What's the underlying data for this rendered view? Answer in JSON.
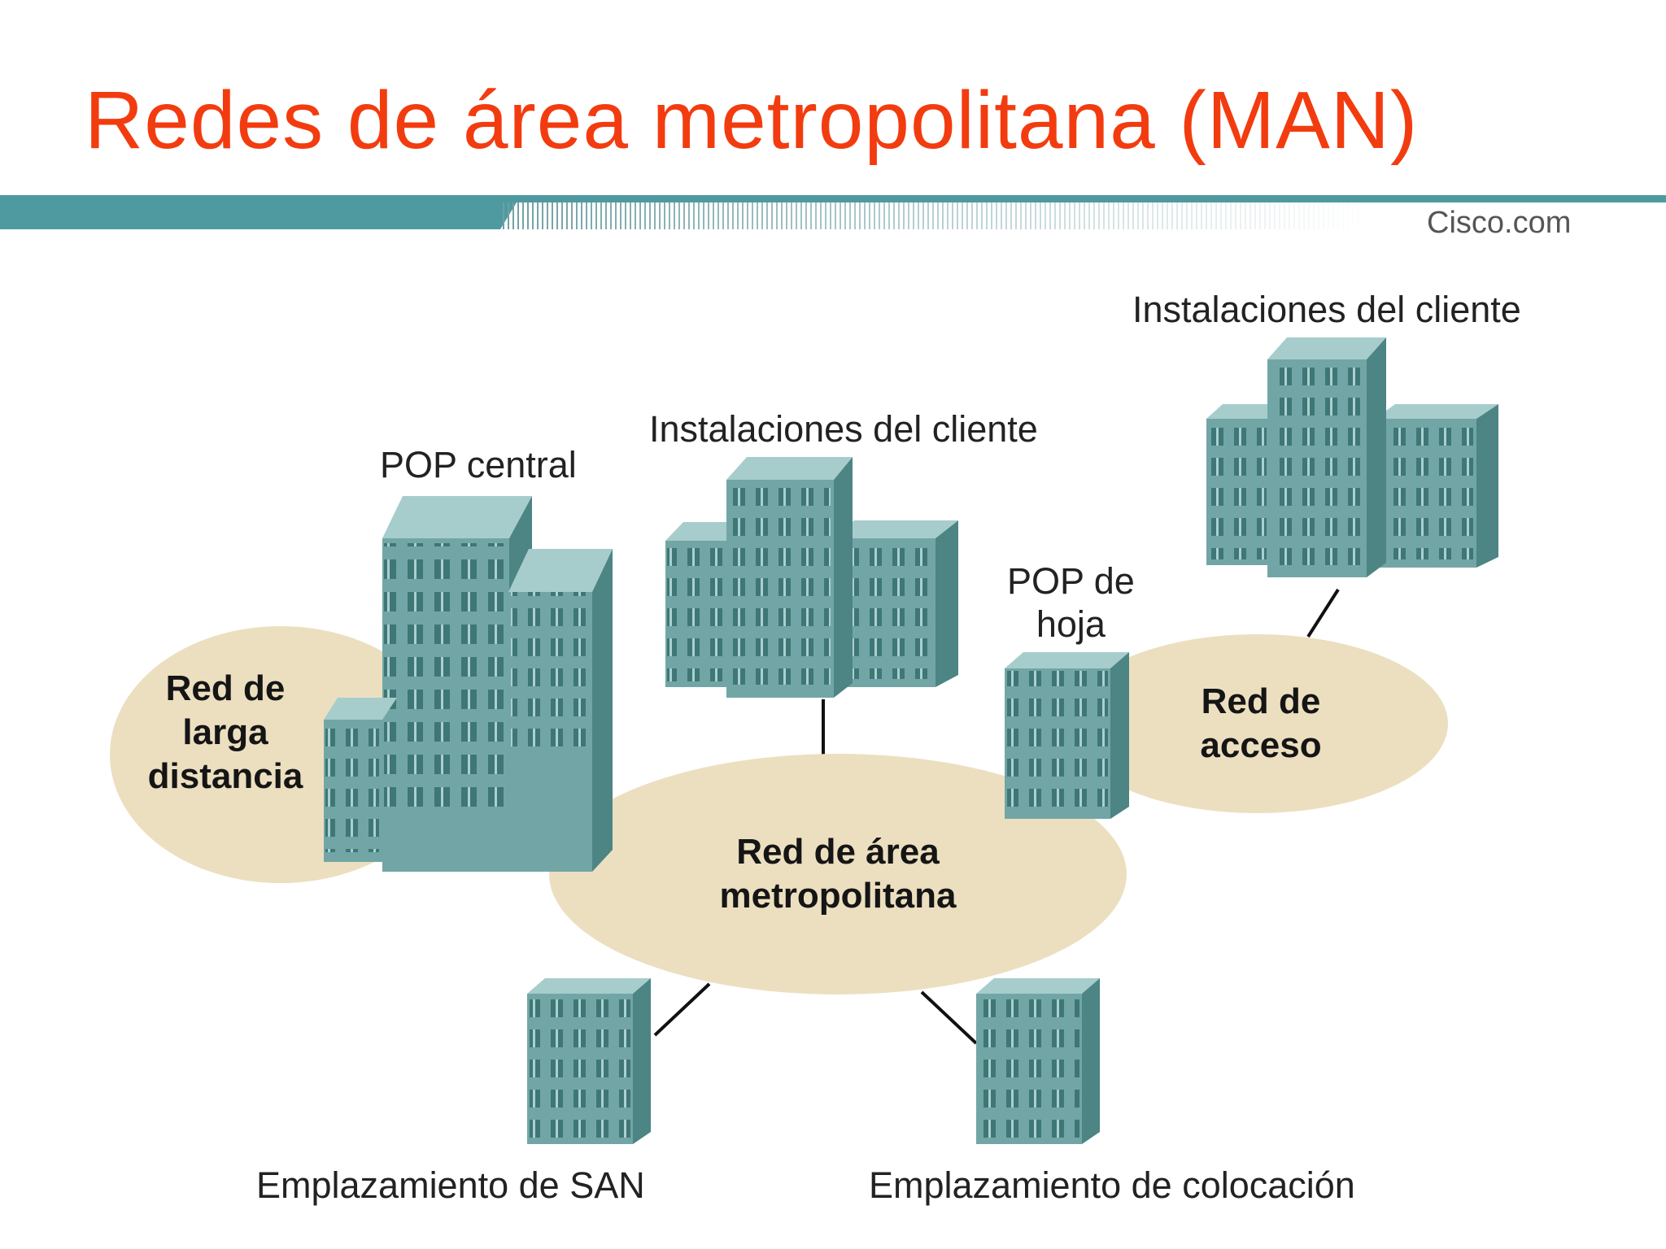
{
  "slide": {
    "title": "Redes de área metropolitana (MAN)",
    "brand": "Cisco.com"
  },
  "labels": {
    "pop_central": "POP central",
    "customer_premises_center": "Instalaciones del cliente",
    "customer_premises_right": "Instalaciones del cliente",
    "pop_leaf": [
      "POP de",
      "hoja"
    ],
    "san_site": "Emplazamiento de SAN",
    "colocation_site": "Emplazamiento de colocación"
  },
  "networks": {
    "long_distance": [
      "Red de",
      "larga",
      "distancia"
    ],
    "metropolitan": [
      "Red de área",
      "metropolitana"
    ],
    "access": [
      "Red de",
      "acceso"
    ]
  },
  "colors": {
    "title": "#f23c0f",
    "header_bar": "#4f9aa0",
    "network_ellipse": "#ecdfc0",
    "building_face": "#72a6a6",
    "building_side": "#4d8484",
    "window": "#3f7676"
  }
}
